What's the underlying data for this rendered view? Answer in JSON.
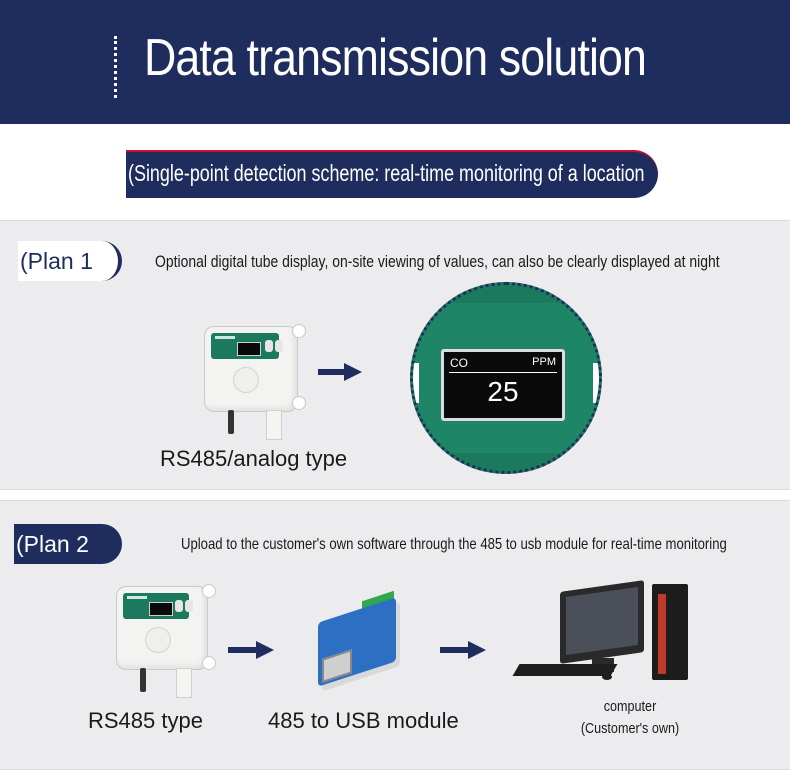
{
  "header": {
    "title": "Data transmission solution"
  },
  "subtitle": "(Single-point detection scheme: real-time monitoring of a location",
  "plan1": {
    "tag": "(Plan 1",
    "description": "Optional digital tube display, on-site viewing of values, can also be clearly displayed at night",
    "device_label": "RS485/analog type",
    "display": {
      "gas": "CO",
      "unit": "PPM",
      "value": "25"
    }
  },
  "plan2": {
    "tag": "(Plan 2",
    "description": "Upload to the customer's own software through the 485 to usb module for real-time monitoring",
    "device_label": "RS485 type",
    "module_label": "485 to USB module",
    "computer_label": "computer",
    "computer_owner": "(Customer's own)"
  },
  "colors": {
    "navy": "#1f2d5e",
    "sensor_green": "#1b7a5e",
    "panel_bg": "#ececee",
    "accent_red": "#c8102e"
  }
}
